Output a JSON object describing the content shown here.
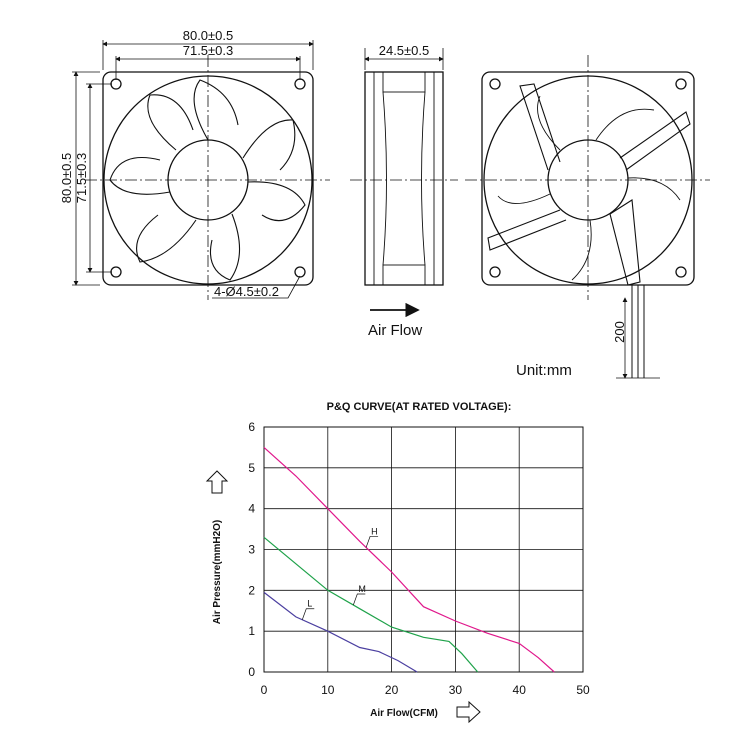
{
  "drawing": {
    "front_view": {
      "outer_width": "80.0±0.5",
      "hole_pitch_width": "71.5±0.3",
      "outer_height": "80.0±0.5",
      "hole_pitch_height": "71.5±0.3",
      "mounting_holes": "4-Ø4.5±0.2"
    },
    "side_view": {
      "thickness": "24.5±0.5",
      "airflow_label": "Air Flow"
    },
    "back_view": {
      "lead_length": "200"
    },
    "unit_label": "Unit:mm"
  },
  "chart_data": {
    "type": "line",
    "title": "P&Q CURVE(AT RATED VOLTAGE):",
    "xlabel": "Air Flow(CFM)",
    "ylabel": "Air Pressure(mmH2O)",
    "xlim": [
      0,
      50
    ],
    "ylim": [
      0,
      6
    ],
    "xticks": [
      "0",
      "10",
      "20",
      "30",
      "40",
      "50"
    ],
    "yticks": [
      "0",
      "1",
      "2",
      "3",
      "4",
      "5",
      "6"
    ],
    "grid": true,
    "series": [
      {
        "name": "H",
        "color": "#e0188c",
        "x": [
          0,
          5,
          10,
          15,
          20,
          25,
          30,
          35,
          40,
          43,
          45.5
        ],
        "y": [
          5.5,
          4.8,
          4.0,
          3.2,
          2.45,
          1.6,
          1.25,
          0.95,
          0.7,
          0.35,
          0
        ]
      },
      {
        "name": "M",
        "color": "#1fa24a",
        "x": [
          0,
          5,
          10,
          15,
          20,
          25,
          29,
          31,
          33.5
        ],
        "y": [
          3.3,
          2.65,
          2.0,
          1.55,
          1.1,
          0.85,
          0.75,
          0.45,
          0
        ]
      },
      {
        "name": "L",
        "color": "#4b3fa0",
        "x": [
          0,
          5,
          10,
          15,
          18,
          21,
          24
        ],
        "y": [
          1.95,
          1.35,
          1.0,
          0.6,
          0.5,
          0.28,
          0
        ]
      }
    ]
  }
}
